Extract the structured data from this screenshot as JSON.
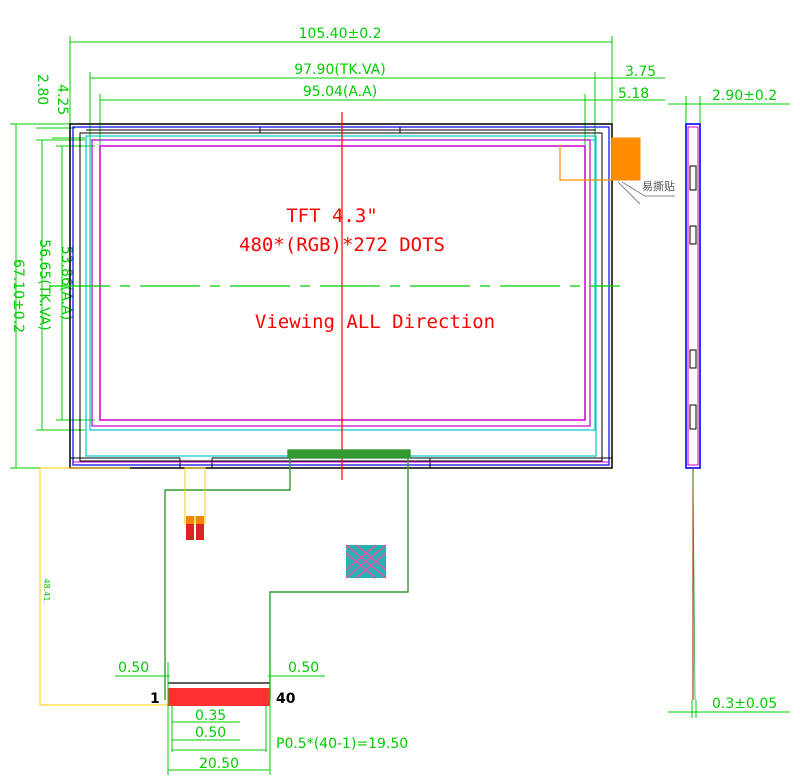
{
  "dimensions": {
    "overall_width": "105.40±0.2",
    "tk_va_width": "97.90(TK.VA)",
    "aa_width": "95.04(A.A)",
    "right_offset_1": "3.75",
    "right_offset_2": "5.18",
    "left_offset_1": "2.80",
    "left_offset_2": "4.25",
    "overall_height": "67.10±0.2",
    "tk_va_height": "56.65(TK.VA)",
    "aa_height": "53.86(A.A)",
    "thickness": "2.90±0.2",
    "fpc_thickness": "0.3±0.05",
    "fpc_length": "48.41",
    "fpc_edge_left": "0.50",
    "fpc_edge_right": "0.50",
    "pin_width": "0.35",
    "pin_space": "0.50",
    "pitch_formula": "P0.5*(40-1)=19.50",
    "fpc_width": "20.50"
  },
  "labels": {
    "title_line1": "TFT 4.3\"",
    "title_line2": "480*(RGB)*272  DOTS",
    "title_line3": "Viewing ALL  Direction",
    "pin_first": "1",
    "pin_last": "40",
    "tape_label": "易撕贴"
  },
  "colors": {
    "dimension": "#00cc00",
    "center_line": "#ff0000",
    "outline_blue": "#0000ff",
    "tk_va_cyan": "#00c8c8",
    "aa_magenta": "#cc00cc",
    "tape_orange": "#ff8c00",
    "fpc_green": "#339933",
    "connector_red": "#ff2222"
  }
}
